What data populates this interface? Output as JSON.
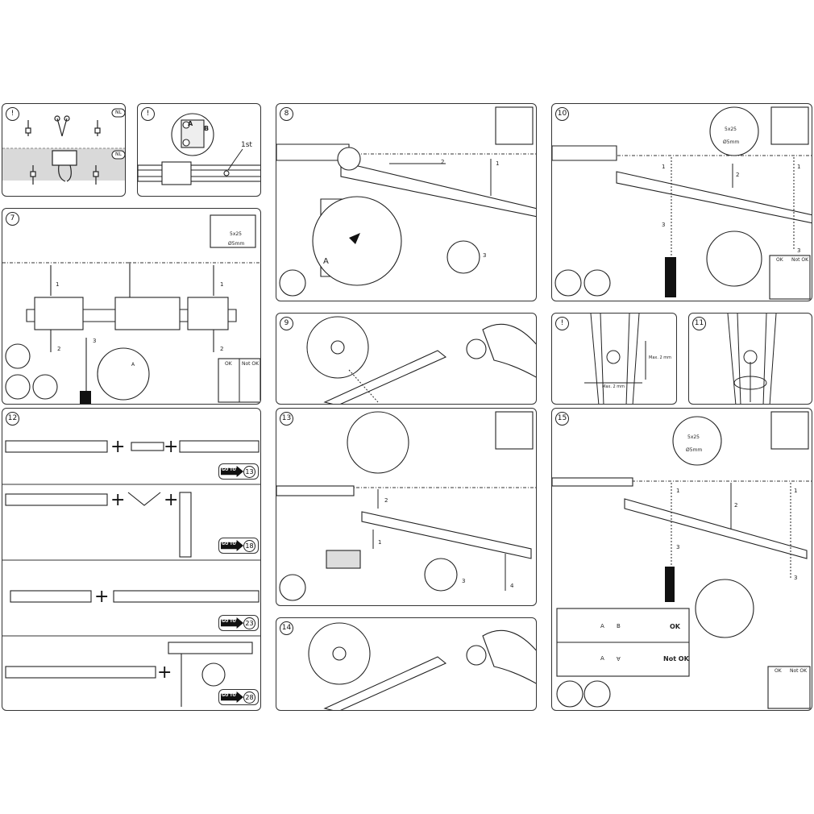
{
  "steps": {
    "warn1": "!",
    "warn2": "!",
    "s7": "7",
    "s8": "8",
    "s9": "9",
    "s10": "10",
    "warn3": "!",
    "s11": "11",
    "s12": "12",
    "s13": "13",
    "s14": "14",
    "s15": "15"
  },
  "labels": {
    "nl_top": "NL",
    "nl_bottom": "NL",
    "first": "1st",
    "a": "A",
    "b": "B",
    "screw_size": "5x25",
    "drill": "Ø5mm",
    "ok": "OK",
    "not_ok": "Not OK",
    "max_v": "Max. 2 mm",
    "max_h": "Max. 2 mm",
    "ok_big": "OK",
    "not_ok_big": "Not OK"
  },
  "callouts": [
    "1",
    "2",
    "3",
    "4"
  ],
  "goto": {
    "label": "GO TO",
    "targets": [
      "13",
      "18",
      "23",
      "28"
    ]
  },
  "colors": {
    "line": "#333333",
    "shade": "#d9d9d9",
    "dark": "#111111"
  }
}
